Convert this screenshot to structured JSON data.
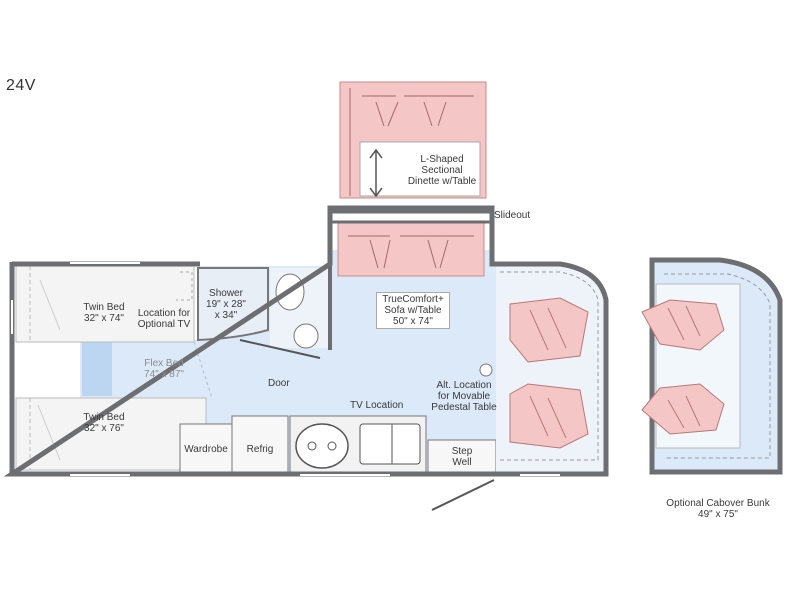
{
  "model": "24V",
  "labels": {
    "dinette": [
      "L-Shaped",
      "Sectional",
      "Dinette w/Table"
    ],
    "slideout": "Slideout",
    "twin_bed_top": [
      "Twin Bed",
      "32\" x 74\""
    ],
    "location_tv": [
      "Location for",
      "Optional TV"
    ],
    "shower": [
      "Shower",
      "19\" x 28\"",
      "x 34\""
    ],
    "flex_bed": [
      "Flex Bed",
      "74\" x 87\""
    ],
    "twin_bed_bottom": [
      "Twin Bed",
      "32\" x 76\""
    ],
    "door": "Door",
    "sofa": [
      "TrueComfort+",
      "Sofa w/Table",
      "50\" x 74\""
    ],
    "alt_location": [
      "Alt. Location",
      "for Movable",
      "Pedestal Table"
    ],
    "tv_location": "TV Location",
    "wardrobe": "Wardrobe",
    "refrig": "Refrig",
    "step_well": [
      "Step",
      "Well"
    ],
    "cabover": [
      "Optional Cabover Bunk",
      "49\" x 75\""
    ]
  },
  "colors": {
    "wall": "#6d6e71",
    "floor": "#dbe9f8",
    "furniture_pink": "#f4c7c6",
    "furniture_line": "#c98a8a",
    "cabinet": "#f2f2f2",
    "bed": "#f5f5f5"
  }
}
